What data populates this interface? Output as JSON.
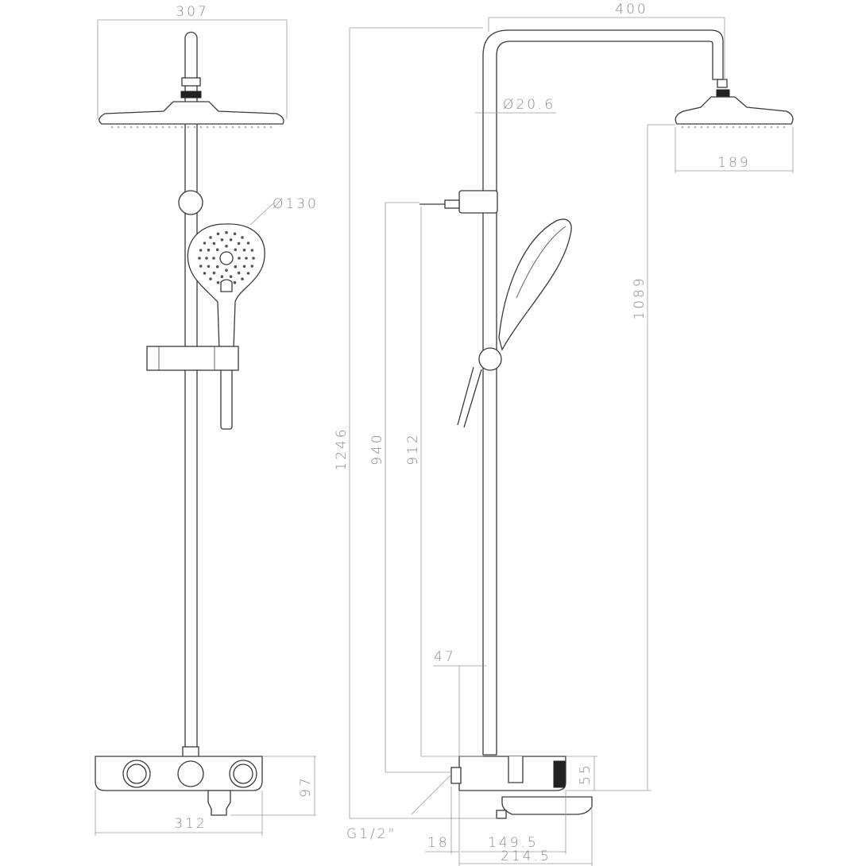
{
  "front_view": {
    "head_width": "307",
    "hand_shower_diameter": "Ø130",
    "mixer_height": "97",
    "mixer_width": "312"
  },
  "side_view": {
    "arm_reach": "400",
    "pipe_diameter": "Ø20.6",
    "head_diameter": "189",
    "head_height_from_mixer": "1089",
    "total_height": "1246",
    "bracket_height_940": "940",
    "bracket_height_912": "912",
    "pipe_offset": "47",
    "mixer_height": "55",
    "inlet_thread": "G1/2\"",
    "inlet_length": "18",
    "mixer_depth": "149.5",
    "spout_projection": "214.5"
  }
}
